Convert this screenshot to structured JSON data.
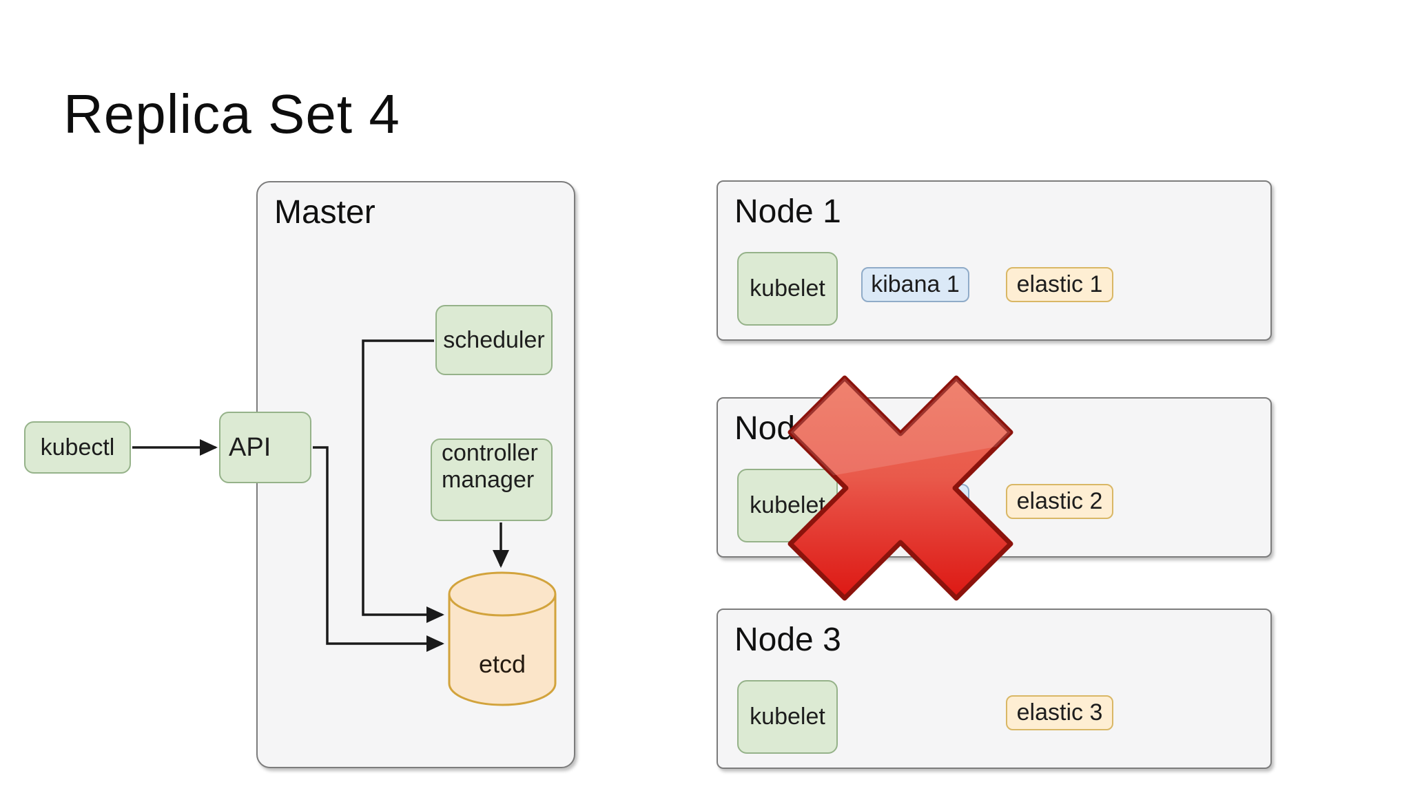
{
  "title": "Replica Set 4",
  "kubectl": {
    "label": "kubectl"
  },
  "master": {
    "label": "Master",
    "api": {
      "label": "API"
    },
    "scheduler": {
      "label": "scheduler"
    },
    "controller_manager": {
      "line1": "controller",
      "line2": "manager"
    },
    "etcd": {
      "label": "etcd"
    }
  },
  "nodes": [
    {
      "label": "Node 1",
      "failed": false,
      "pods": {
        "kubelet": "kubelet",
        "kibana": "kibana 1",
        "elastic": "elastic 1"
      }
    },
    {
      "label": "Node 2",
      "failed": true,
      "pods": {
        "kubelet": "kubelet",
        "kibana": "",
        "elastic": "elastic 2"
      }
    },
    {
      "label": "Node 3",
      "failed": false,
      "pods": {
        "kubelet": "kubelet",
        "elastic": "elastic 3"
      }
    }
  ],
  "colors": {
    "component_green_fill": "#dcead3",
    "component_green_border": "#95b289",
    "kibana_blue_fill": "#dbe9f7",
    "kibana_blue_border": "#8fabc8",
    "elastic_orange_fill": "#feeed3",
    "elastic_orange_border": "#d9b765",
    "etcd_fill": "#fbe5c9",
    "etcd_border": "#d2a33c",
    "container_fill": "#f5f5f6",
    "container_border": "#7c7c7c",
    "connector_black": "#1a1a1a",
    "failure_red": "#dc1410"
  }
}
